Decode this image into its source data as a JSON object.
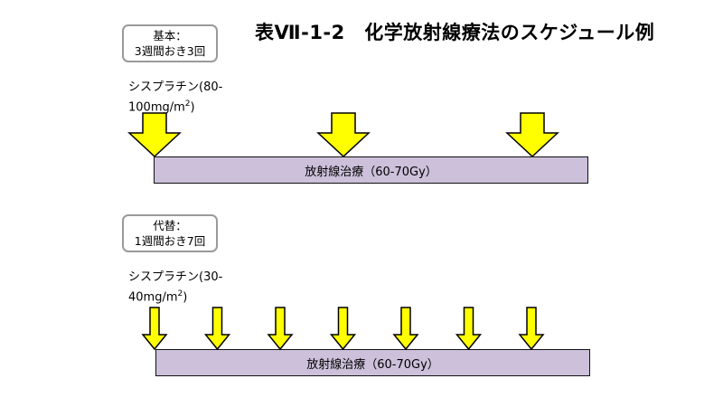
{
  "title": "表Ⅶ-1-2　化学放射線療法のスケジュール例",
  "colors": {
    "arrow_fill": "#ffff00",
    "arrow_stroke": "#000000",
    "bar_fill": "#ccc0da",
    "bar_stroke": "#111111",
    "box_border": "#9a9a9a"
  },
  "standard": {
    "box_line1": "基本：",
    "box_line2": "3週間おき3回",
    "drug_line1": "シスプラチン(80-",
    "drug_line2_pre": "100mg/m",
    "drug_line2_sup": "2",
    "drug_line2_post": ")",
    "bar_label": "放射線治療（60-70Gy）",
    "doses": 3
  },
  "alternative": {
    "box_line1": "代替：",
    "box_line2": "1週間おき7回",
    "drug_line1": "シスプラチン(30-",
    "drug_line2_pre": "40mg/m",
    "drug_line2_sup": "2",
    "drug_line2_post": ")",
    "bar_label": "放射線治療（60-70Gy）",
    "doses": 7
  }
}
